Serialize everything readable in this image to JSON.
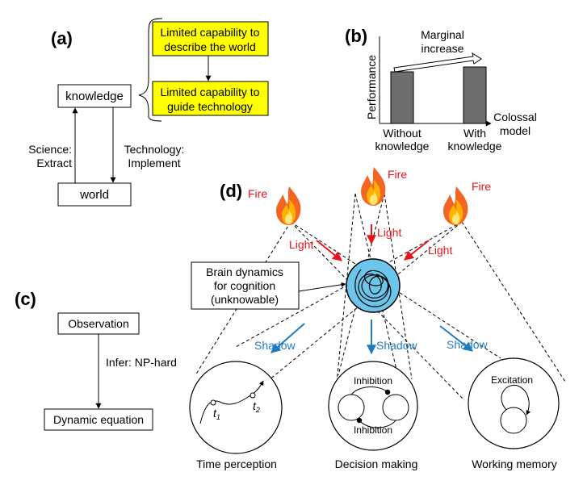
{
  "panels": {
    "a": "(a)",
    "b": "(b)",
    "c": "(c)",
    "d": "(d)"
  },
  "panel_a": {
    "knowledge": "knowledge",
    "world": "world",
    "science_line1": "Science:",
    "science_line2": "Extract",
    "technology_line1": "Technology:",
    "technology_line2": "Implement",
    "box1_line1": "Limited capability to",
    "box1_line2": "describe the world",
    "box2_line1": "Limited capability to",
    "box2_line2": "guide technology",
    "highlight_color": "#ffff00"
  },
  "panel_b": {
    "ylabel": "Performance",
    "marginal_line1": "Marginal",
    "marginal_line2": "increase",
    "without_line1": "Without",
    "without_line2": "knowledge",
    "with_line1": "With",
    "with_line2": "knowledge",
    "colossal_line1": "Colossal",
    "colossal_line2": "model",
    "bar_color": "#6e6e6e"
  },
  "panel_c": {
    "observation": "Observation",
    "infer": "Infer: NP-hard",
    "dynamic_equation": "Dynamic equation"
  },
  "panel_d": {
    "fire": "Fire",
    "light": "Light",
    "shadow": "Shadow",
    "brain_line1": "Brain dynamics",
    "brain_line2": "for cognition",
    "brain_line3": "(unknowable)",
    "t1_base": "t",
    "t1_sub": "1",
    "t2_base": "t",
    "t2_sub": "2",
    "inhibition": "Inhibition",
    "excitation": "Excitation",
    "time_perception": "Time perception",
    "decision_making": "Decision making",
    "working_memory": "Working memory",
    "fire_icon": "fire-icon",
    "light_color": "#e8141b",
    "shadow_color": "#1f7bc0",
    "brain_color": "#6cc6ec"
  }
}
